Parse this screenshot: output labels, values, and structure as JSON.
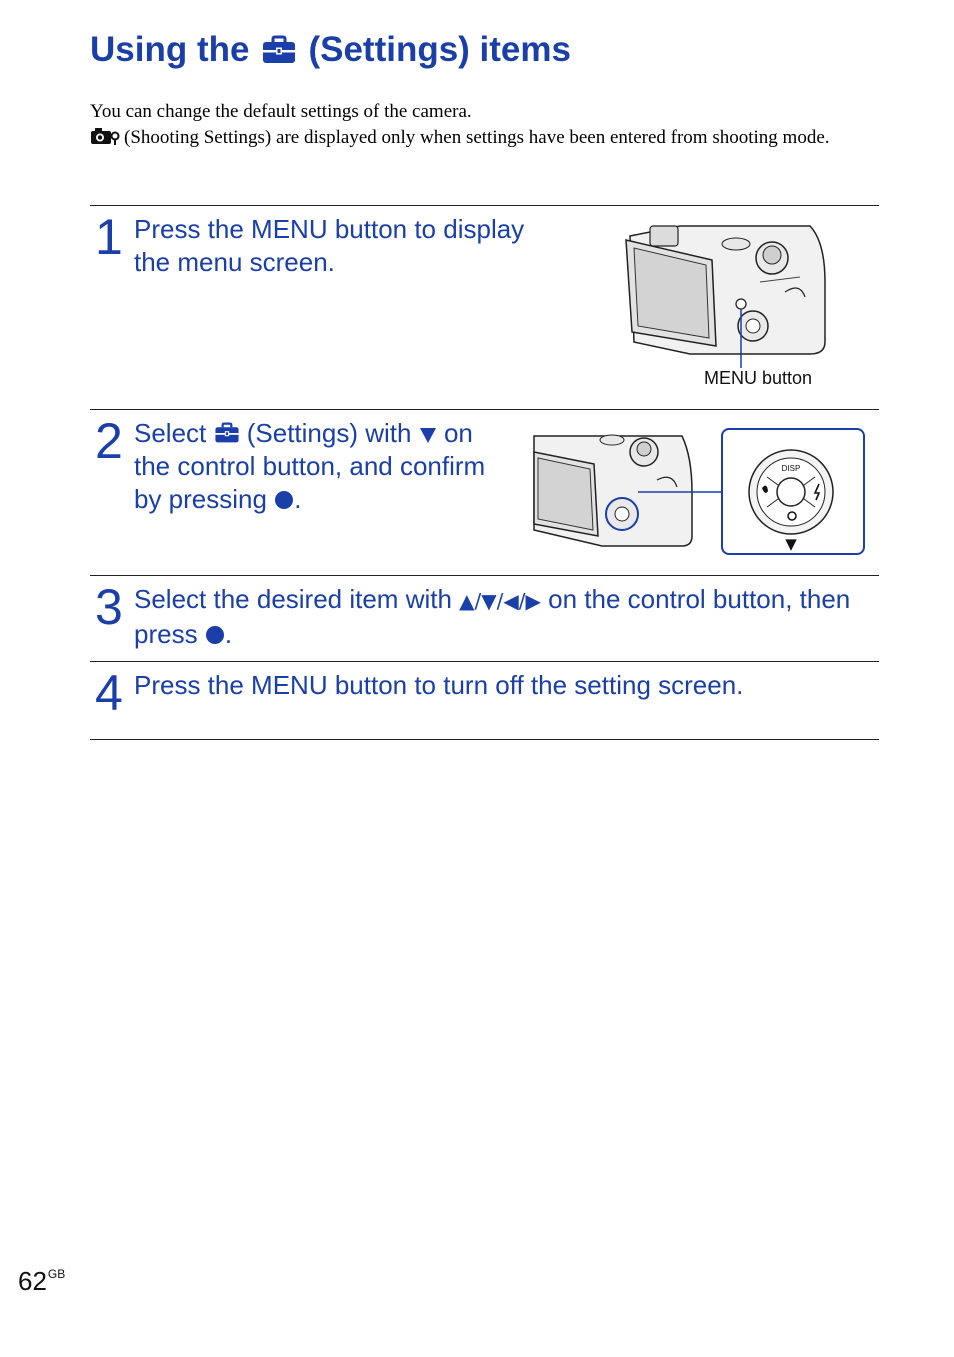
{
  "page": {
    "title_prefix": "Using the",
    "title_suffix": "(Settings) items",
    "intro_line1": "You can change the default settings of the camera.",
    "intro_line2": "(Shooting Settings) are displayed only when settings have been entered from shooting mode."
  },
  "steps": [
    {
      "number": "1",
      "text": "Press the MENU button to display the menu screen."
    },
    {
      "number": "2",
      "text_a": "Select",
      "text_b": "(Settings) with",
      "text_c": "on the control button, and confirm by pressing",
      "text_d": "."
    },
    {
      "number": "3",
      "text_a": "Select the desired item with",
      "arrows": "▲/▼/◀/▶",
      "text_b": "on the control button, then press",
      "text_c": "."
    },
    {
      "number": "4",
      "text": "Press the MENU button to turn off the setting screen."
    }
  ],
  "figure1": {
    "caption": "MENU button"
  },
  "control_button": {
    "label": "DISP",
    "arrow": "▼"
  },
  "footer": {
    "page_number": "62",
    "suffix": "GB"
  },
  "colors": {
    "heading_blue": "#1a3fa8",
    "rule": "#222222"
  },
  "icons": [
    "toolbox-icon",
    "camera-settings-icon",
    "down-triangle-icon",
    "circle-bullet-icon",
    "camera-illustration",
    "control-button-illustration"
  ]
}
